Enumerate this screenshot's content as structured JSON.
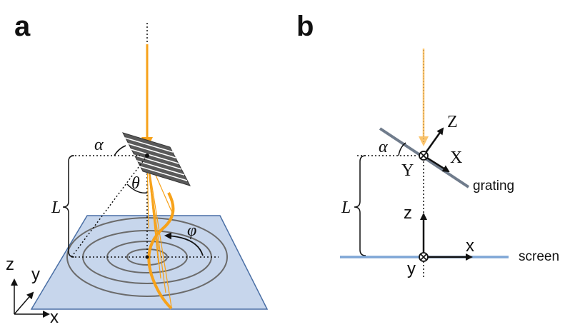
{
  "panels": {
    "a": {
      "letter": "a",
      "alpha": "α",
      "theta": "θ",
      "phi": "φ",
      "L": "L",
      "axes": {
        "z": "z",
        "y": "y",
        "x": "x"
      }
    },
    "b": {
      "letter": "b",
      "alpha": "α",
      "L": "L",
      "grating_axes": {
        "Z": "Z",
        "X": "X",
        "Y": "Y"
      },
      "screen_axes": {
        "z": "z",
        "x": "x",
        "y": "y"
      },
      "grating_label": "grating",
      "screen_label": "screen"
    }
  },
  "colors": {
    "beam": "#f7a21a",
    "beam_light": "#fbc46c",
    "screen_fill": "#c7d6ec",
    "screen_edge": "#4a6fa5",
    "screen_line_b": "#7ea6d6",
    "grating_fill": "#5a5a5a",
    "ring": "#6b6b6b"
  }
}
